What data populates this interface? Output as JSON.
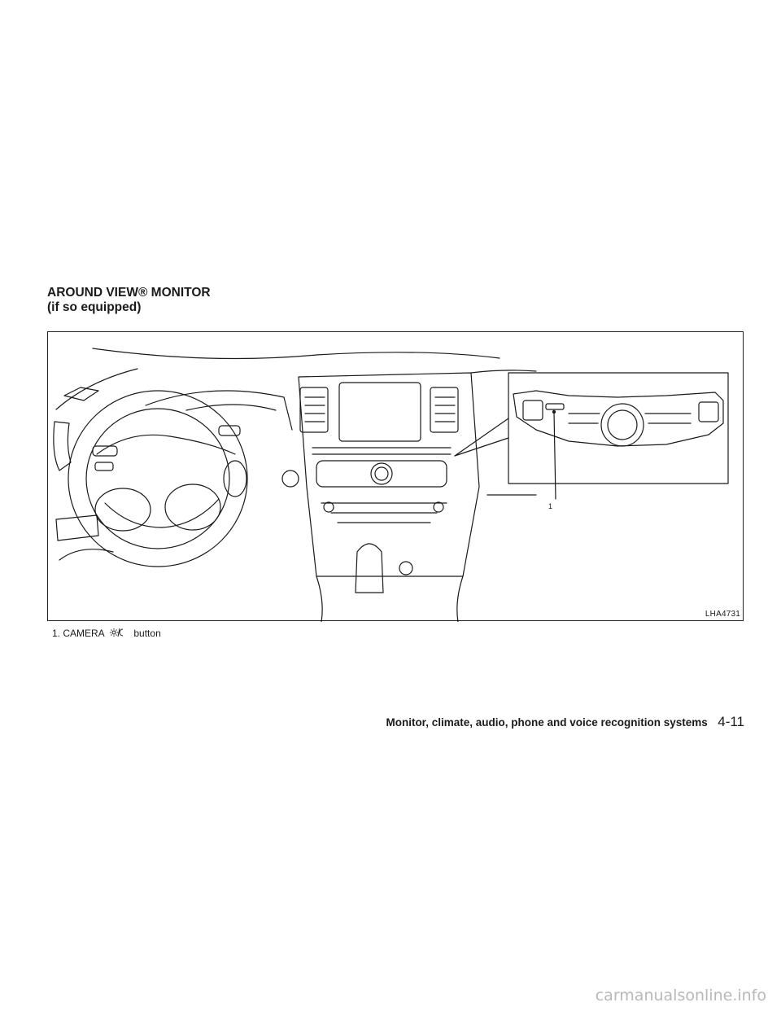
{
  "heading": {
    "title": "AROUND VIEW® MONITOR",
    "subtitle": "(if so equipped)"
  },
  "figure": {
    "code": "LHA4731",
    "callout_number": "1",
    "icon": "camera-sun-moon-icon"
  },
  "caption": {
    "prefix": "1.  CAMERA",
    "icon": "day-night-icon",
    "suffix": "button"
  },
  "footer": {
    "section": "Monitor, climate, audio, phone and voice recognition systems",
    "page": "4-11"
  },
  "watermark": "carmanualsonline.info",
  "colors": {
    "ink": "#1a1a1a",
    "watermark": "#b8b8b8"
  }
}
